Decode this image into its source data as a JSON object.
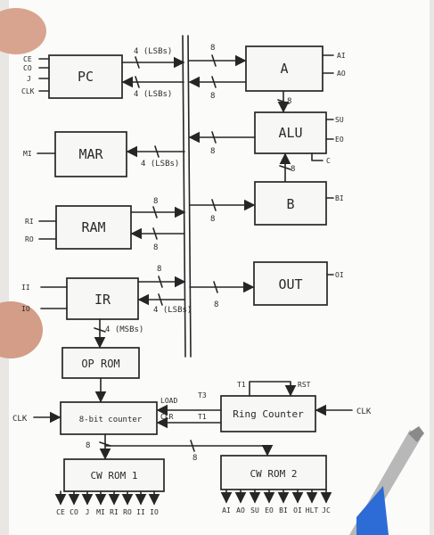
{
  "blocks": {
    "pc": "PC",
    "a": "A",
    "mar": "MAR",
    "alu": "ALU",
    "ram": "RAM",
    "b": "B",
    "ir": "IR",
    "out": "OUT",
    "op_rom": "OP ROM",
    "counter": "8-bit counter",
    "ring_counter": "Ring Counter",
    "cw_rom_1": "CW ROM 1",
    "cw_rom_2": "CW ROM 2"
  },
  "bus_labels": {
    "pc_out": "4 (LSBs)",
    "pc_in": "4 (LSBs)",
    "a_in": "8",
    "a_out": "8",
    "a_alu": "8",
    "alu_out": "8",
    "b_alu": "8",
    "mar_in": "4 (LSBs)",
    "ram_out": "8",
    "ram_in": "8",
    "b_in": "8",
    "ir_out_top": "8",
    "ir_in": "4 (LSBs)",
    "out_in": "8",
    "ir_to_rom": "4 (MSBs)",
    "counter_out": "8",
    "bus_rom2": "8"
  },
  "control_signals": {
    "pc": [
      "CE",
      "CO",
      "J",
      "CLK"
    ],
    "mar": "MI",
    "ram": [
      "RI",
      "RO"
    ],
    "ir": [
      "II",
      "IO"
    ],
    "a": [
      "AI",
      "AO"
    ],
    "alu": [
      "SU",
      "EO",
      "C"
    ],
    "b": "BI",
    "out": "OI"
  },
  "counter_signals": {
    "load": "LOAD",
    "t3": "T3",
    "clr": "CLR",
    "t1": "T1",
    "ring_t1": "T1",
    "rst": "RST",
    "clk_left": "CLK",
    "clk_right": "CLK"
  },
  "rom1_outputs": [
    "CE",
    "CO",
    "J",
    "MI",
    "RI",
    "RO",
    "II",
    "IO"
  ],
  "rom2_outputs": [
    "AI",
    "AO",
    "SU",
    "EO",
    "BI",
    "OI",
    "HLT",
    "JC"
  ]
}
